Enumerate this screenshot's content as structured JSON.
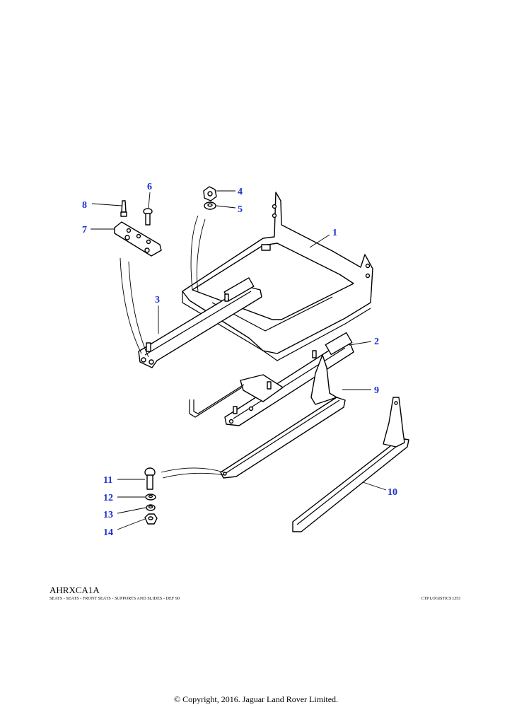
{
  "diagram": {
    "callouts": [
      "1",
      "2",
      "3",
      "4",
      "5",
      "6",
      "7",
      "8",
      "9",
      "10",
      "11",
      "12",
      "13",
      "14"
    ]
  },
  "footer": {
    "reference": "AHRXCA1A",
    "description": "SEATS - SEATS - FRONT SEATS - SUPPORTS AND SLIDES - DEF 90",
    "vendor": "CTP LOGISTICS LTD",
    "copyright": "© Copyright, 2016. Jaguar Land Rover Limited."
  },
  "colors": {
    "callout": "#1a2fd0",
    "line": "#000000",
    "background": "#ffffff"
  }
}
